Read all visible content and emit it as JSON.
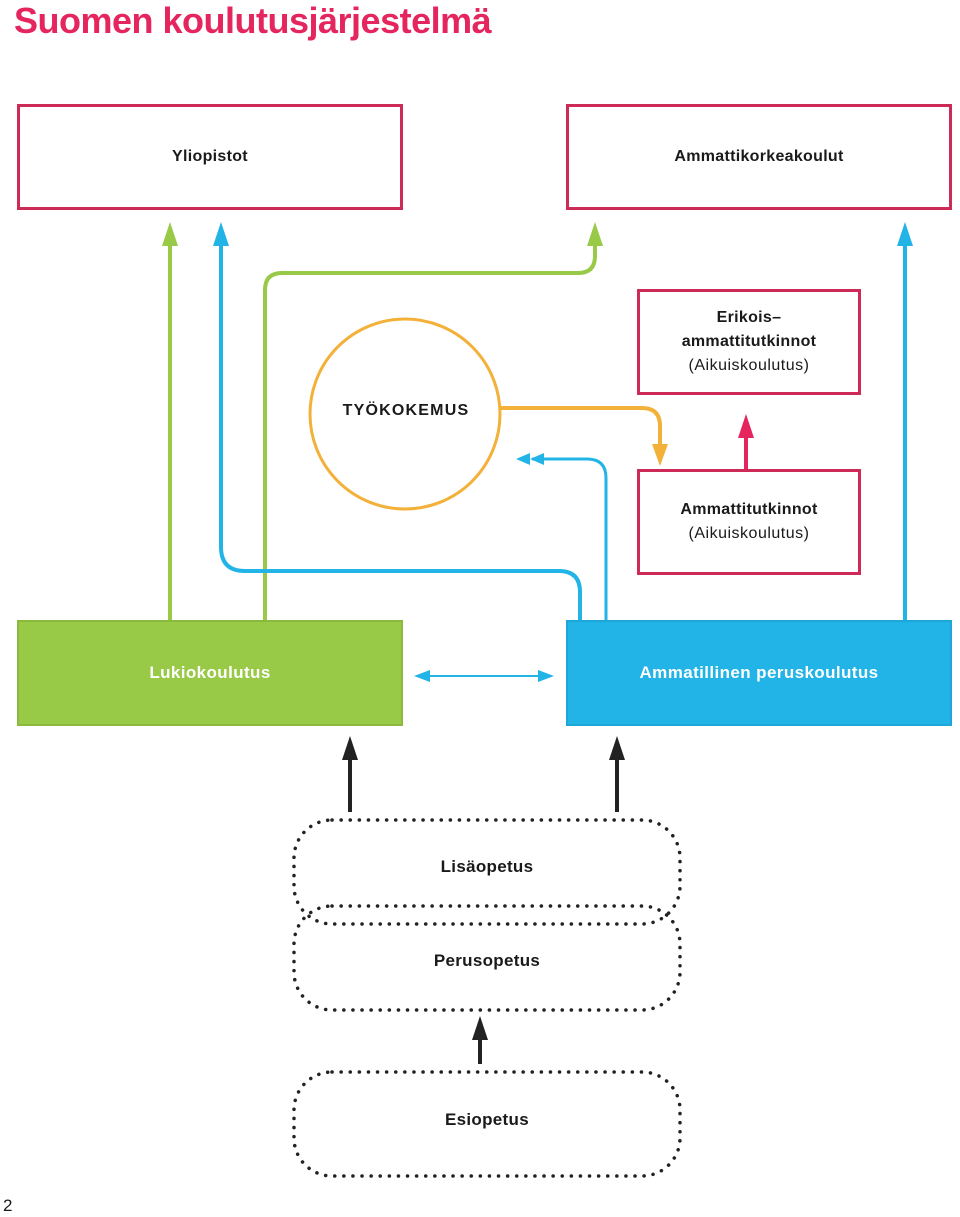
{
  "title": "Suomen koulutusjärjestelmä",
  "boxes": {
    "yliopistot": "Yliopistot",
    "ammattikorkeakoulut": "Ammattikorkeakoulut",
    "erikois_line1": "Erikois–",
    "erikois_line2": "ammattitutkinnot",
    "erikois_sub": "(Aikuiskoulutus)",
    "ammattitutkinnot": "Ammattitutkinnot",
    "ammattitutkinnot_sub": "(Aikuiskoulutus)",
    "lukiokoulutus": "Lukiokoulutus",
    "ammatillinen": "Ammatillinen peruskoulutus"
  },
  "circle": {
    "label": "TYÖKOKEMUS"
  },
  "dotted": {
    "lisaopetus": "Lisäopetus",
    "perusopetus": "Perusopetus",
    "esiopetus": "Esiopetus"
  },
  "page_number": "2",
  "colors": {
    "title": "#e5255d",
    "box_border": "#cd2a57",
    "green": "#98c947",
    "blue": "#22b4e6",
    "orange": "#f3b13a",
    "red_arrow": "#e5255d",
    "black_arrow": "#222222"
  }
}
